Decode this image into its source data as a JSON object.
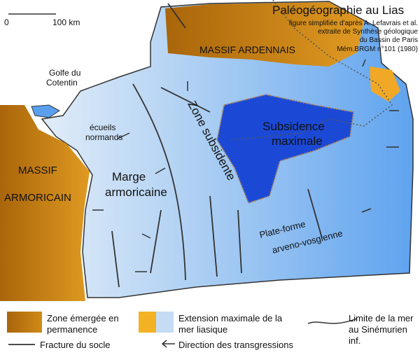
{
  "title": "Paléogéographie au Lias",
  "credits": [
    "figure simplifiée d'après A. Lefavrais et al.",
    "extraite de Synthèse géologique",
    "du Bassin de Paris",
    "Mém.BRGM n°101 (1980)"
  ],
  "scale": {
    "start": "0",
    "end": "100 km"
  },
  "labels": {
    "ardennes": "MASSIF ARDENNAIS",
    "cotentin": [
      "Golfe du",
      "Cotentin"
    ],
    "ecueils": [
      "écueils",
      "normands"
    ],
    "armoricain": [
      "MASSIF",
      "ARMORICAIN"
    ],
    "marge": [
      "Marge",
      "armoricaine"
    ],
    "zone": "Zone subsidente",
    "subsidence": [
      "Subsidence",
      "maximale"
    ],
    "plateforme": [
      "Plate-forme",
      "arveno-vosgienne"
    ]
  },
  "legend": [
    {
      "label": [
        "Zone émergée en",
        "permanence"
      ],
      "color": "#b8720e"
    },
    {
      "label": [
        "Extension maximale de la",
        "mer liasique"
      ],
      "color": "#f3b224"
    },
    {
      "label": [
        "Limite de la mer",
        "au Sinémurien inf."
      ],
      "color": "#5aa0ee"
    },
    {
      "label": [
        "Fracture du socle"
      ]
    },
    {
      "label": [
        "Direction des transgressions"
      ]
    }
  ]
}
